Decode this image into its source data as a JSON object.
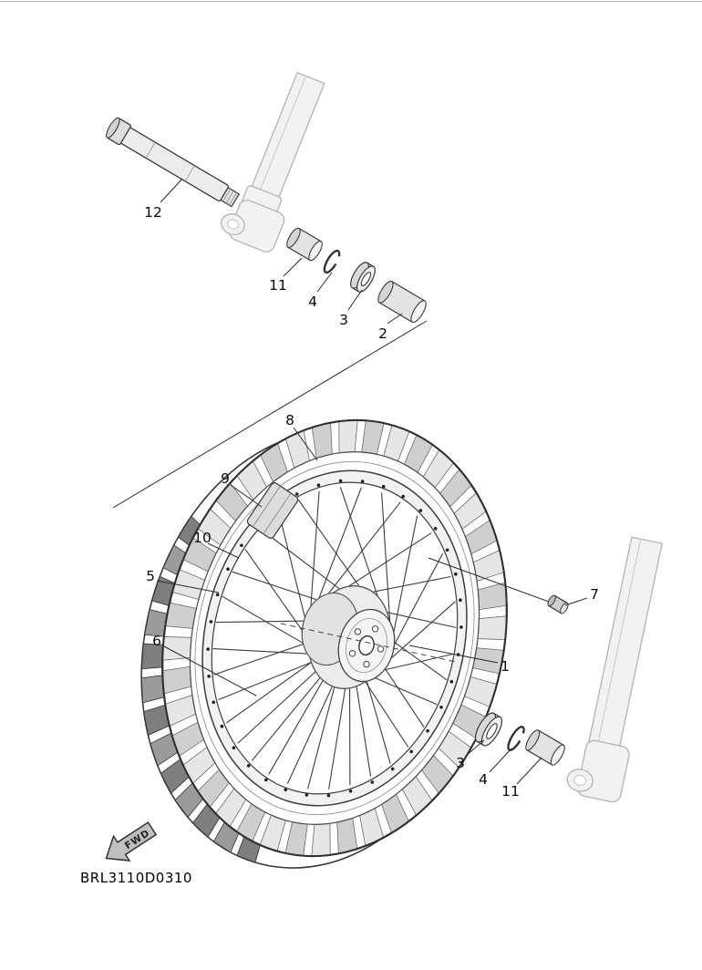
{
  "diagram": {
    "code": "BRL3110D0310",
    "fwd_label": "FWD",
    "line_color": "#2c2c2c",
    "ghost_color": "#b8b8b8"
  },
  "callouts": {
    "axle": "12",
    "collar_left": "11",
    "washer_left": "4",
    "bearing_left": "3",
    "collar_spacer": "2",
    "tire": "8",
    "rim_band": "9",
    "rim": "10",
    "spoke_outer": "5",
    "spoke_inner": "6",
    "nipple": "7",
    "hub": "1",
    "bearing_right": "3",
    "washer_right": "4",
    "collar_right": "11"
  }
}
